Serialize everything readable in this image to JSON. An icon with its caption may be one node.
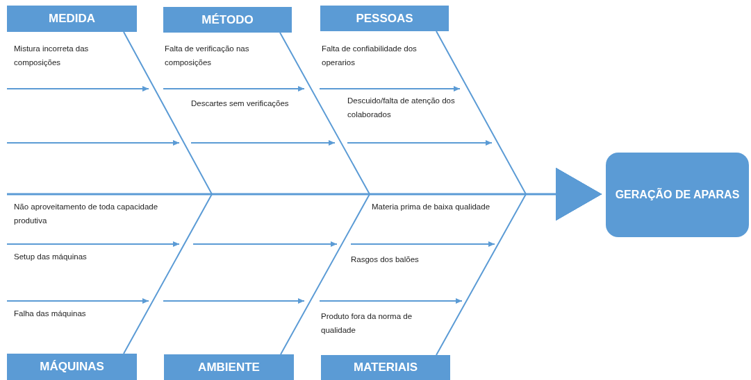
{
  "diagram": {
    "nodes": [
      {
        "text": [
          "MEDIDA"
        ]
      },
      {
        "text": [
          "MÉTODO"
        ]
      },
      {
        "text": [
          "PESSOAS"
        ]
      },
      {
        "text": [
          "MÁQUINAS"
        ]
      },
      {
        "text": [
          "AMBIENTE"
        ]
      },
      {
        "text": [
          "MATERIAIS"
        ]
      },
      {
        "text": [
          "GERAÇÃO DE APARAS"
        ]
      }
    ],
    "edges": [
      {
        "from": 0,
        "to": 6,
        "arrow": "to"
      },
      {
        "from": 1,
        "to": 6,
        "arrow": "to"
      },
      {
        "from": 2,
        "to": 6,
        "arrow": "to"
      },
      {
        "from": 3,
        "to": 6,
        "arrow": "to"
      },
      {
        "from": 4,
        "to": 6,
        "arrow": "to"
      },
      {
        "from": 5,
        "to": 6,
        "arrow": "to"
      }
    ],
    "labels": [
      "Mistura incorreta das composições",
      "Falta de verificação nas composições",
      "Falta de confiabilidade dos operarios",
      "Descartes sem verificações",
      "Descuido/falta de atenção dos colaborados",
      "Não aproveitamento de toda capacidade produtiva",
      "Materia prima de baixa qualidade",
      "Setup das máquinas",
      "Rasgos dos balões",
      "Falha das máquinas",
      "Produto fora da norma de qualidade"
    ]
  }
}
